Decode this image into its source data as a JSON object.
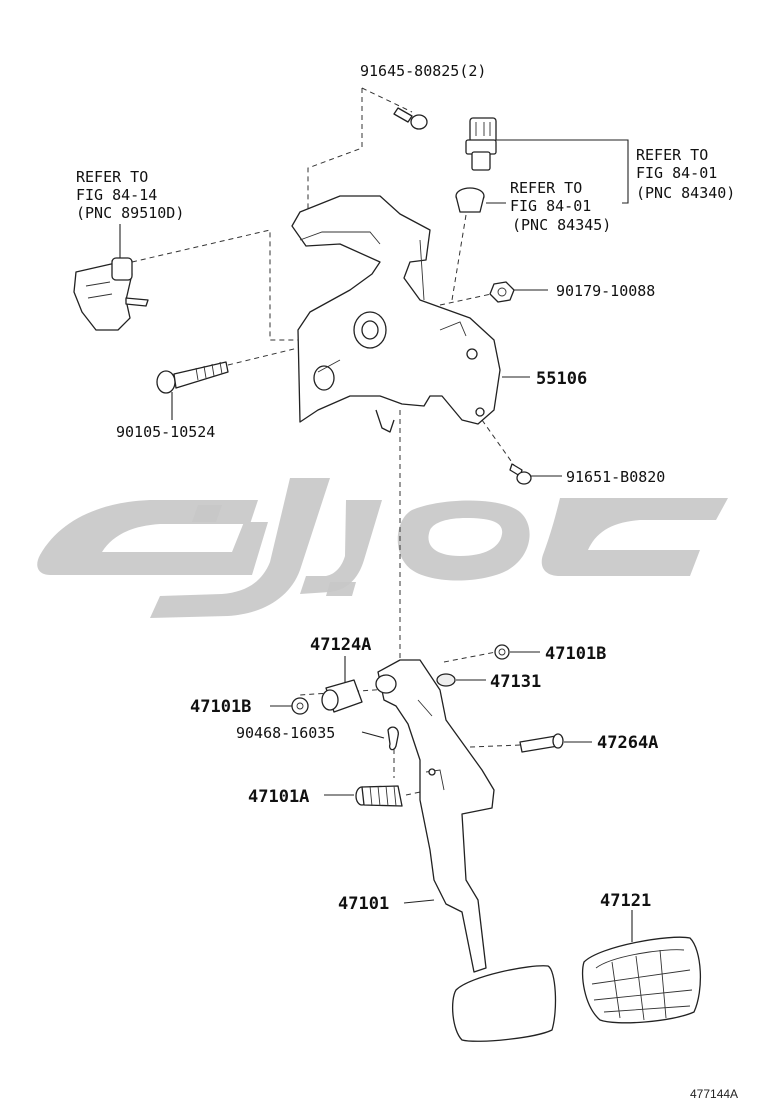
{
  "diagram": {
    "figure_code": "477144A",
    "watermark_text": "",
    "colors": {
      "ink": "#222222",
      "watermark": "#c8c8c8",
      "background": "#ffffff"
    },
    "labels": {
      "p_91645": "91645-80825(2)",
      "p_90179": "90179-10088",
      "p_55106": "55106",
      "p_90105": "90105-10524",
      "p_91651": "91651-B0820",
      "p_47124A": "47124A",
      "p_47101B_r": "47101B",
      "p_47131": "47131",
      "p_47101B_l": "47101B",
      "p_90468": "90468-16035",
      "p_47264A": "47264A",
      "p_47101A": "47101A",
      "p_47101": "47101",
      "p_47121": "47121"
    },
    "refs": {
      "left": {
        "line1": "REFER TO",
        "line2": "FIG 84-14",
        "line3": "(PNC 89510D)"
      },
      "mid": {
        "line1": "REFER TO",
        "line2": "FIG 84-01",
        "line3": "(PNC 84345)"
      },
      "right": {
        "line1": "REFER TO",
        "line2": "FIG 84-01",
        "line3": "(PNC 84340)"
      }
    },
    "icons": [
      "bolt-icon",
      "nut-icon",
      "switch-icon",
      "sensor-icon",
      "bracket-icon",
      "pedal-arm-icon",
      "pedal-pad-icon",
      "pin-icon",
      "bushing-icon",
      "clip-icon",
      "spring-icon"
    ]
  }
}
